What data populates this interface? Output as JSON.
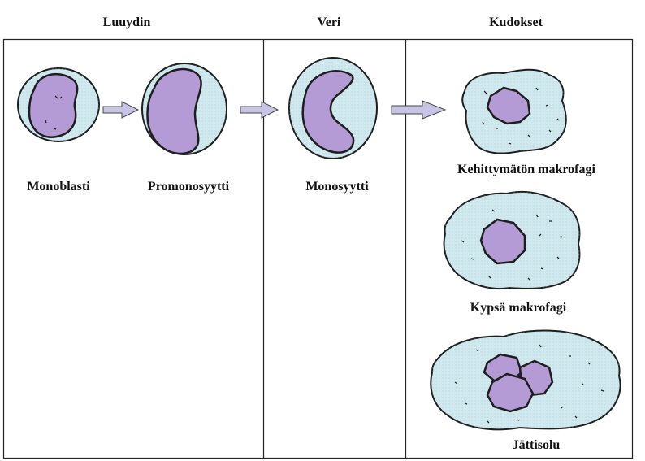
{
  "columns": {
    "bone_marrow": "Luuydin",
    "blood": "Veri",
    "tissues": "Kudokset"
  },
  "cells": {
    "monoblast": "Monoblasti",
    "promonocyte": "Promonosyytti",
    "monocyte": "Monosyytti",
    "immature_macrophage": "Kehittymätön makrofagi",
    "mature_macrophage": "Kypsä makrofagi",
    "giant_cell": "Jättisolu"
  },
  "colors": {
    "cytoplasm": "#cfe9ee",
    "nucleus": "#b59bd6",
    "outline": "#1e1e1e",
    "arrow": "#c8c4e6"
  }
}
